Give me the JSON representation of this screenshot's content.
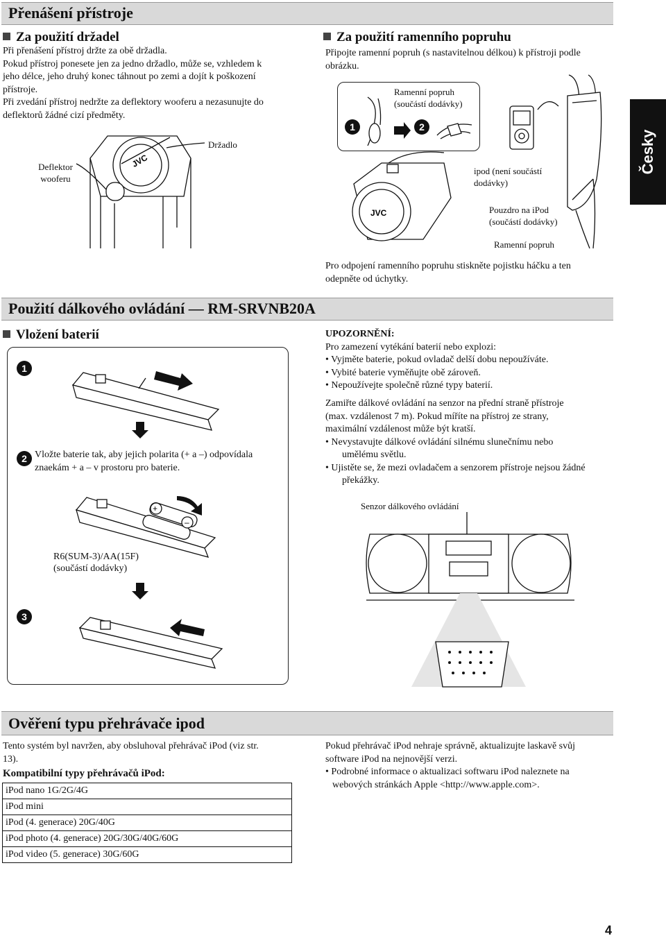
{
  "side_tab": "Česky",
  "page_number": "4",
  "sec1": {
    "title": "Přenášení přístroje",
    "handles": {
      "heading": "Za použití držadel",
      "lines": [
        "Při přenášení přístroj držte za obě držadla.",
        "Pokud přístroj ponesete jen za jedno držadlo, může se, vzhledem k",
        "jeho délce, jeho druhý konec táhnout po zemi a dojít k poškození",
        "přístroje.",
        "Při zvedání přístroj nedržte za deflektory wooferu a nezasunujte do",
        "deflektorů žádné cizí předměty."
      ],
      "label_handle": "Držadlo",
      "label_deflector_1": "Deflektor",
      "label_deflector_2": "wooferu"
    },
    "strap": {
      "heading": "Za použití ramenního popruhu",
      "lines": [
        "Připojte ramenní popruh (s nastavitelnou délkou) k přístroji podle",
        "obrázku."
      ],
      "label_strap_1": "Ramenní popruh",
      "label_strap_2": "(součástí dodávky)",
      "label_ipod_1": "ipod (není součástí",
      "label_ipod_2": "dodávky)",
      "label_case_1": "Pouzdro na iPod",
      "label_case_2": "(součástí dodávky)",
      "label_strap_bottom": "Ramenní popruh",
      "note_1": "Pro odpojení ramenního popruhu stiskněte pojistku háčku a ten",
      "note_2": "odepněte od úchytky.",
      "step1": "1",
      "step2": "2"
    }
  },
  "sec2": {
    "title": "Použití dálkového ovládání — RM-SRVNB20A",
    "battery_heading": "Vložení baterií",
    "steps": [
      "1",
      "2",
      "3"
    ],
    "step2_text_1": "Vložte baterie tak, aby jejich polarita (+ a –) odpovídala",
    "step2_text_2": "znaekám + a – v prostoru pro baterie.",
    "battery_label_1": "R6(SUM-3)/AA(15F)",
    "battery_label_2": "(součástí dodávky)",
    "warning_title": "UPOZORNĚNÍ:",
    "warning_intro": "Pro zamezení vytékání baterií nebo explozi:",
    "warning_items": [
      "• Vyjměte baterie, pokud ovladač delší dobu nepoužíváte.",
      "• Vybité baterie vyměňujte obě zároveň.",
      "• Nepoužívejte společně různé typy baterií."
    ],
    "aim_lines": [
      "Zamiřte dálkové ovládání na senzor na přední straně přístroje",
      "(max. vzdálenost 7 m). Pokud míříte na přístroj ze strany,",
      "maximální vzdálenost může být kratší."
    ],
    "aim_items": [
      [
        "• Nevystavujte dálkové ovládání silnému slunečnímu nebo",
        "umělému světlu."
      ],
      [
        "• Ujistěte se, že mezi ovladačem a senzorem přístroje nejsou žádné",
        "překážky."
      ]
    ],
    "sensor_label": "Senzor dálkového ovládání"
  },
  "sec3": {
    "title": "Ověření typu přehrávače ipod",
    "intro_1": "Tento systém byl navržen, aby obsluhoval přehrávač iPod (viz str.",
    "intro_2": "13).",
    "compat_heading": "Kompatibilní typy přehrávačů iPod:",
    "models": [
      "iPod nano 1G/2G/4G",
      "iPod mini",
      "iPod (4. generace) 20G/40G",
      "iPod photo (4. generace) 20G/30G/40G/60G",
      "iPod video (5. generace) 30G/60G"
    ],
    "right_1": "Pokud přehrávač iPod nehraje správně, aktualizujte laskavě svůj",
    "right_2": "software iPod na nejnovější verzi.",
    "right_3": "• Podrobné informace o aktualizaci softwaru iPod naleznete na",
    "right_4": "webových stránkách Apple <http://www.apple.com>."
  }
}
